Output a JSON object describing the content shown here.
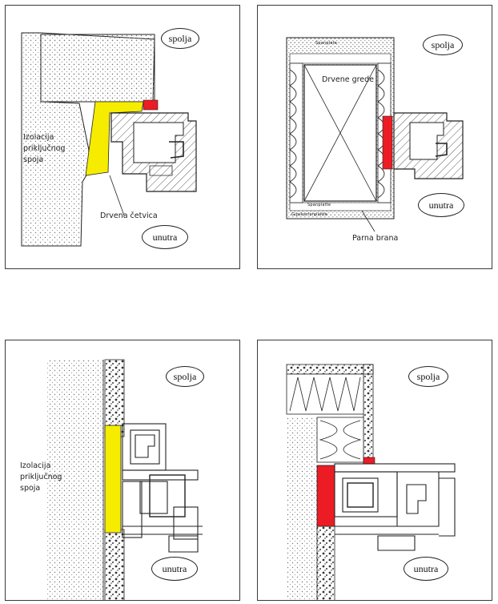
{
  "colors": {
    "insulation_yellow": "#f5ec00",
    "seal_red": "#ec1c24",
    "line": "#222222",
    "masonry_dots": "#777777"
  },
  "panels": [
    {
      "id": "top-left",
      "spolja": "spolja",
      "unutra": "unutra",
      "labels": {
        "insulation": "Izolacija\npriključnog\nspoja",
        "batten": "Drvena četvica"
      }
    },
    {
      "id": "top-right",
      "spolja": "spolja",
      "unutra": "unutra",
      "labels": {
        "beams": "Drvene grede",
        "vapor": "Parna brana",
        "tiny_top": "Spanplata",
        "tiny_mid": "Spanplatte",
        "tiny_bot": "Gipskartonplatte"
      }
    },
    {
      "id": "bottom-left",
      "spolja": "spolja",
      "unutra": "unutra",
      "labels": {
        "insulation": "Izolacija\npriključnog\nspoja"
      }
    },
    {
      "id": "bottom-right",
      "spolja": "spolja",
      "unutra": "unutra"
    }
  ]
}
